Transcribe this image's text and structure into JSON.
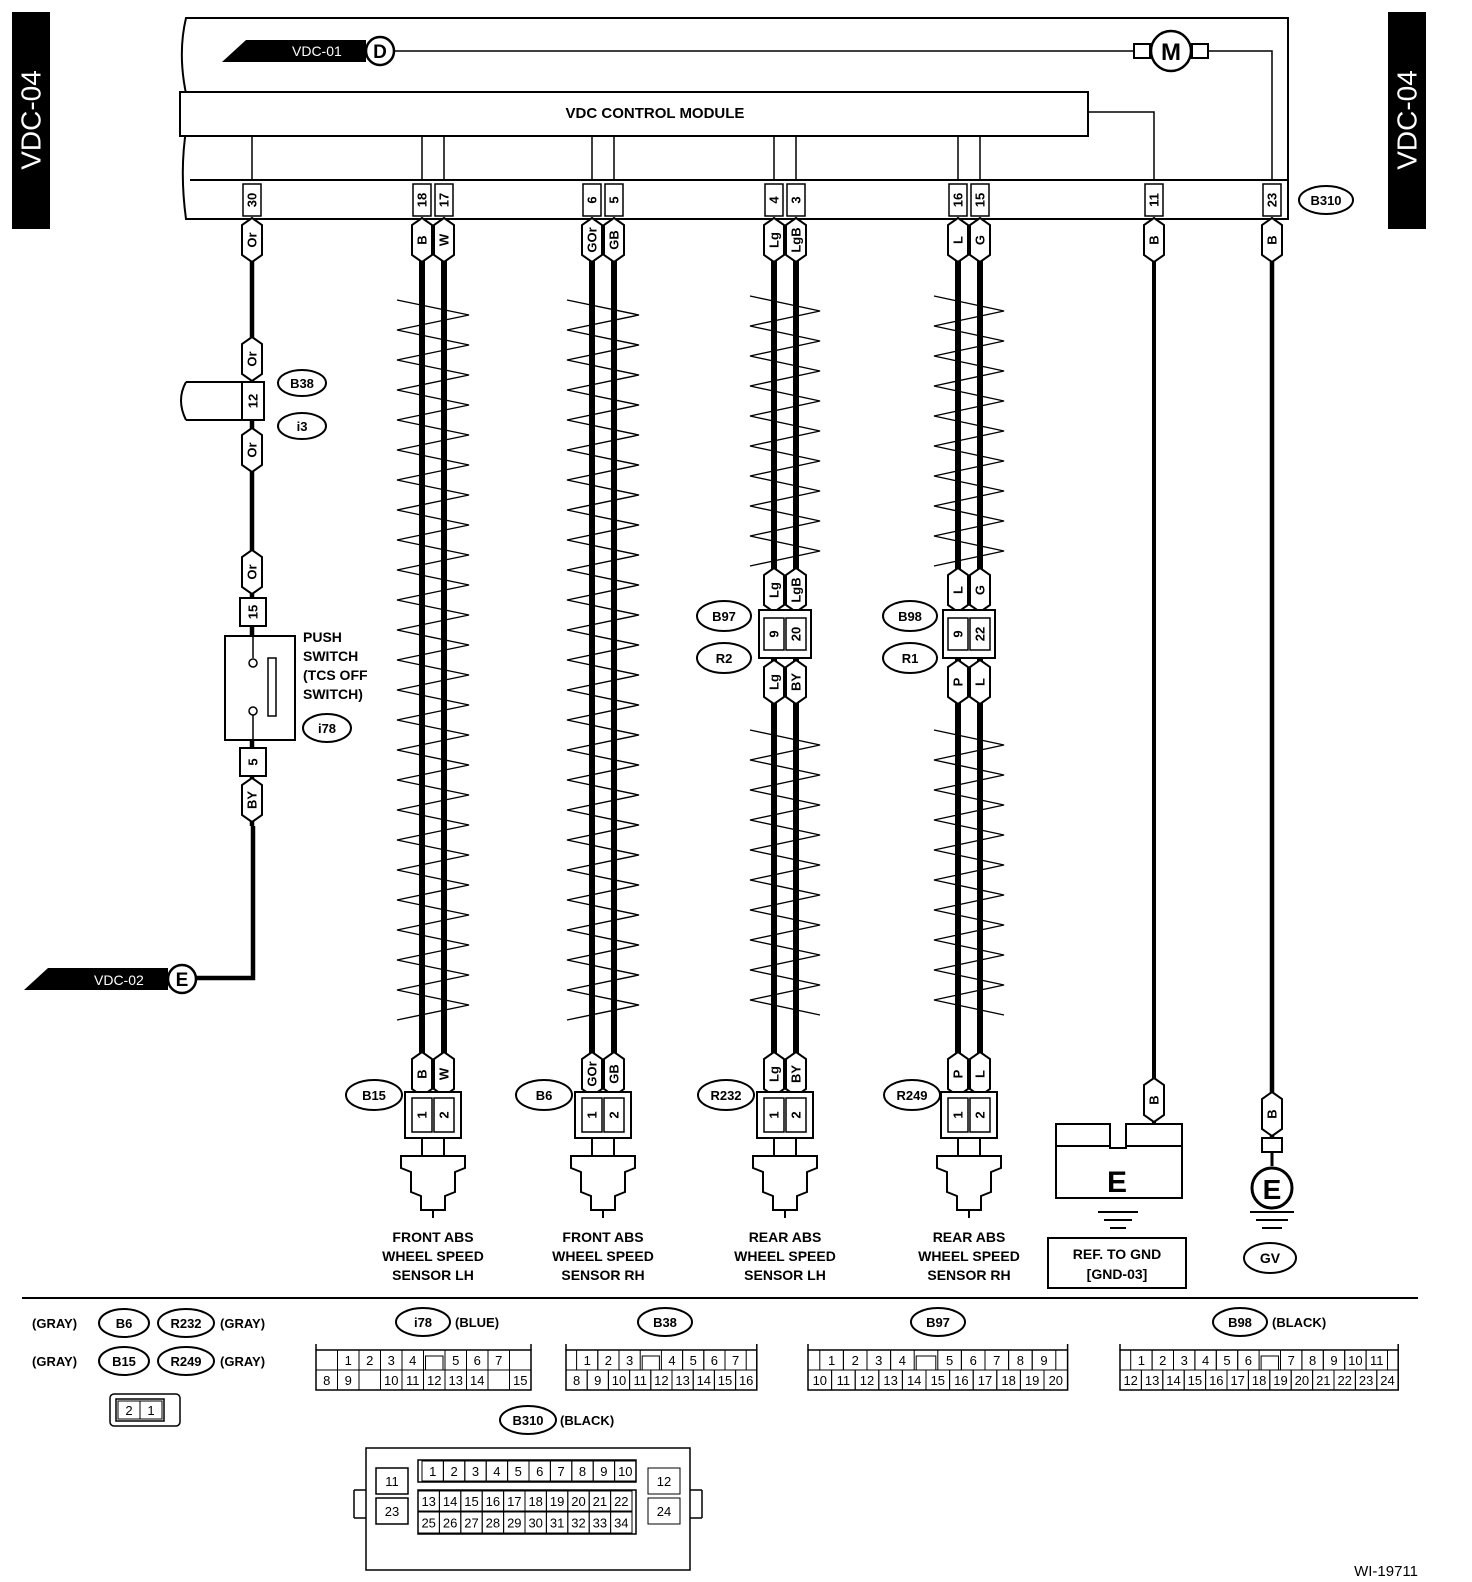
{
  "page_tab": "VDC-04",
  "figure_id": "WI-19711",
  "module": {
    "label": "VDC CONTROL MODULE",
    "connector": "B310"
  },
  "offpage": {
    "d": {
      "label": "VDC-01",
      "letter": "D"
    },
    "e": {
      "label": "VDC-02",
      "letter": "E"
    }
  },
  "motor_letter": "M",
  "pins": [
    {
      "pin": "30",
      "wire": "Or"
    },
    {
      "pin": "18",
      "wire": "B"
    },
    {
      "pin": "17",
      "wire": "W"
    },
    {
      "pin": "6",
      "wire": "GOr"
    },
    {
      "pin": "5",
      "wire": "GB"
    },
    {
      "pin": "4",
      "wire": "Lg"
    },
    {
      "pin": "3",
      "wire": "LgB"
    },
    {
      "pin": "16",
      "wire": "L"
    },
    {
      "pin": "15",
      "wire": "G"
    },
    {
      "pin": "11",
      "wire": "B"
    },
    {
      "pin": "23",
      "wire": "B"
    }
  ],
  "inline_connector": {
    "upper": "B38",
    "lower": "i3",
    "pin": "12",
    "wire_upper": "Or",
    "wire_lower": "Or"
  },
  "push_switch": {
    "lines": [
      "PUSH",
      "SWITCH",
      "(TCS OFF",
      "SWITCH)"
    ],
    "connector": "i78",
    "pin_top": "15",
    "pin_bottom": "5",
    "wire_top": "Or",
    "wire_bottom": "BY"
  },
  "rear_joints": [
    {
      "upper": "B97",
      "lower": "R2",
      "pins": [
        "9",
        "20"
      ],
      "wires_top": [
        "Lg",
        "LgB"
      ],
      "wires_bottom": [
        "Lg",
        "BY"
      ]
    },
    {
      "upper": "B98",
      "lower": "R1",
      "pins": [
        "9",
        "22"
      ],
      "wires_top": [
        "L",
        "G"
      ],
      "wires_bottom": [
        "P",
        "L"
      ]
    }
  ],
  "sensors": [
    {
      "connector": "B15",
      "wires": [
        "B",
        "W"
      ],
      "pins": [
        "1",
        "2"
      ],
      "label": [
        "FRONT ABS",
        "WHEEL SPEED",
        "SENSOR LH"
      ]
    },
    {
      "connector": "B6",
      "wires": [
        "GOr",
        "GB"
      ],
      "pins": [
        "1",
        "2"
      ],
      "label": [
        "FRONT ABS",
        "WHEEL SPEED",
        "SENSOR RH"
      ]
    },
    {
      "connector": "R232",
      "wires": [
        "Lg",
        "BY"
      ],
      "pins": [
        "1",
        "2"
      ],
      "label": [
        "REAR ABS",
        "WHEEL SPEED",
        "SENSOR LH"
      ]
    },
    {
      "connector": "R249",
      "wires": [
        "P",
        "L"
      ],
      "pins": [
        "1",
        "2"
      ],
      "label": [
        "REAR ABS",
        "WHEEL SPEED",
        "SENSOR RH"
      ]
    }
  ],
  "grounds": {
    "ref_wire": "B",
    "ref_letter": "E",
    "ref_label": [
      "REF. TO GND",
      "[GND-03]"
    ],
    "gv_wire": "B",
    "gv_letter": "E",
    "gv_label": "GV"
  },
  "connector_legend": {
    "sensor_group": {
      "row1": {
        "left_color": "(GRAY)",
        "left": "B6",
        "right": "R232",
        "right_color": "(GRAY)"
      },
      "row2": {
        "left_color": "(GRAY)",
        "left": "B15",
        "right": "R249",
        "right_color": "(GRAY)"
      },
      "pins": [
        "2",
        "1"
      ]
    },
    "i78": {
      "name": "i78",
      "color": "(BLUE)",
      "row1": [
        "1",
        "2",
        "3",
        "4",
        "",
        "5",
        "6",
        "7"
      ],
      "row2": [
        "8",
        "9",
        "",
        "10",
        "11",
        "12",
        "13",
        "14",
        "",
        "15"
      ]
    },
    "b38": {
      "name": "B38",
      "color": "",
      "row1": [
        "1",
        "2",
        "3",
        "",
        "4",
        "5",
        "6",
        "7"
      ],
      "row2": [
        "8",
        "9",
        "10",
        "11",
        "12",
        "13",
        "14",
        "15",
        "16"
      ]
    },
    "b97": {
      "name": "B97",
      "color": "",
      "row1": [
        "1",
        "2",
        "3",
        "4",
        "",
        "5",
        "6",
        "7",
        "8",
        "9"
      ],
      "row2": [
        "10",
        "11",
        "12",
        "13",
        "14",
        "15",
        "16",
        "17",
        "18",
        "19",
        "20"
      ]
    },
    "b98": {
      "name": "B98",
      "color": "(BLACK)",
      "row1": [
        "1",
        "2",
        "3",
        "4",
        "5",
        "6",
        "",
        "7",
        "8",
        "9",
        "10",
        "11"
      ],
      "row2": [
        "12",
        "13",
        "14",
        "15",
        "16",
        "17",
        "18",
        "19",
        "20",
        "21",
        "22",
        "23",
        "24"
      ]
    },
    "b310": {
      "name": "B310",
      "color": "(BLACK)",
      "left": [
        "11",
        "23"
      ],
      "right": [
        "12",
        "24"
      ],
      "row1": [
        "1",
        "2",
        "3",
        "4",
        "5",
        "6",
        "7",
        "8",
        "9",
        "10"
      ],
      "row2": [
        "13",
        "14",
        "15",
        "16",
        "17",
        "18",
        "19",
        "20",
        "21",
        "22"
      ],
      "row3": [
        "25",
        "26",
        "27",
        "28",
        "29",
        "30",
        "31",
        "32",
        "33",
        "34"
      ]
    }
  }
}
